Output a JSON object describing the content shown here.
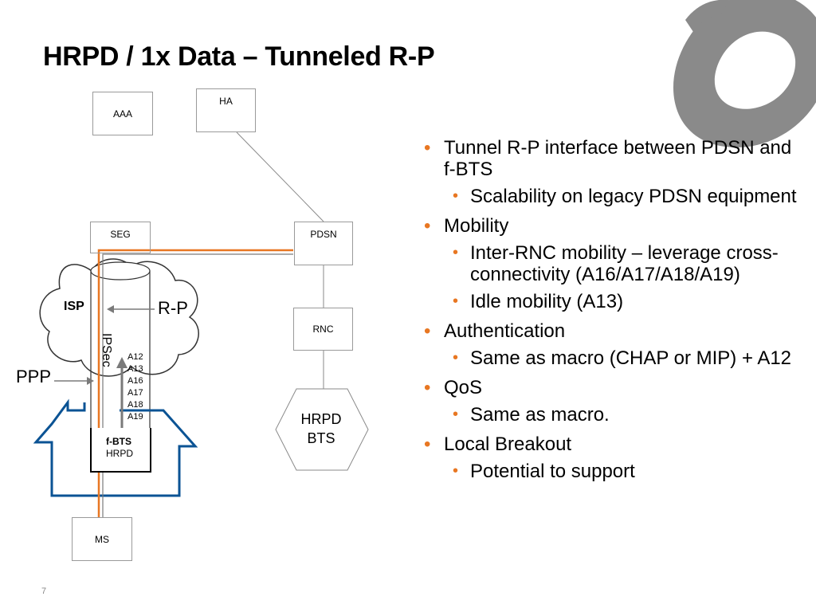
{
  "slide": {
    "title": "HRPD / 1x Data – Tunneled R-P",
    "page_number": "7"
  },
  "colors": {
    "tunnel_orange": "#e87722",
    "house_blue": "#0b5394",
    "logo_gray": "#8a8a8a"
  },
  "diagram": {
    "boxes": {
      "aaa": "AAA",
      "ha": "HA",
      "seg": "SEG",
      "pdsn": "PDSN",
      "rnc": "RNC",
      "ms": "MS"
    },
    "hrpd_bts": {
      "line1": "HRPD",
      "line2": "BTS"
    },
    "fbts": {
      "line1": "f-BTS",
      "line2": "HRPD"
    },
    "isp": "ISP",
    "r_p": "R-P",
    "ppp": "PPP",
    "ipsec": "IPSec",
    "interfaces": [
      "A12",
      "A13",
      "A16",
      "A17",
      "A18",
      "A19"
    ]
  },
  "bullets": [
    {
      "text": "Tunnel R-P interface between PDSN and f-BTS",
      "sub": [
        "Scalability on legacy PDSN equipment"
      ]
    },
    {
      "text": "Mobility",
      "sub": [
        "Inter-RNC mobility – leverage cross-connectivity (A16/A17/A18/A19)",
        "Idle mobility (A13)"
      ]
    },
    {
      "text": "Authentication",
      "sub": [
        "Same as macro (CHAP or MIP) + A12"
      ]
    },
    {
      "text": "QoS",
      "sub": [
        "Same as macro."
      ]
    },
    {
      "text": "Local Breakout",
      "sub": [
        "Potential to support"
      ]
    }
  ]
}
